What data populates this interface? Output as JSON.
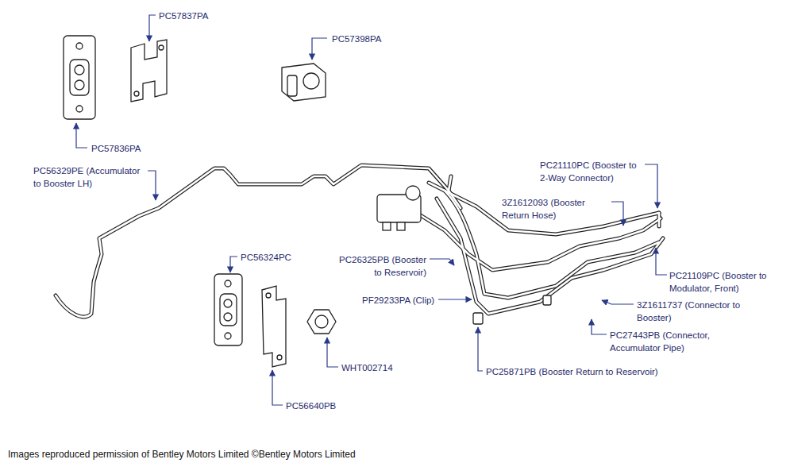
{
  "diagram": {
    "caption": "Images reproduced permission of Bentley Motors Limited ©Bentley Motors Limited",
    "labels": [
      "PC57837PA",
      "PC57398PA",
      "PC57836PA",
      "PC56329PE (Accumulator to Booster LH)",
      "PC21110PC (Booster to 2-Way Connector)",
      "3Z1612093 (Booster Return Hose)",
      "PC26325PB (Booster to Reservoir)",
      "PF29233PA (Clip)",
      "PC21109PC (Booster to Modulator, Front)",
      "3Z1611737 (Connector to Booster)",
      "PC27443PB (Connector, Accumulator Pipe)",
      "PC25871PB (Booster Return to Reservoir)",
      "PC56324PC",
      "WHT002714",
      "PC56640PB"
    ]
  }
}
